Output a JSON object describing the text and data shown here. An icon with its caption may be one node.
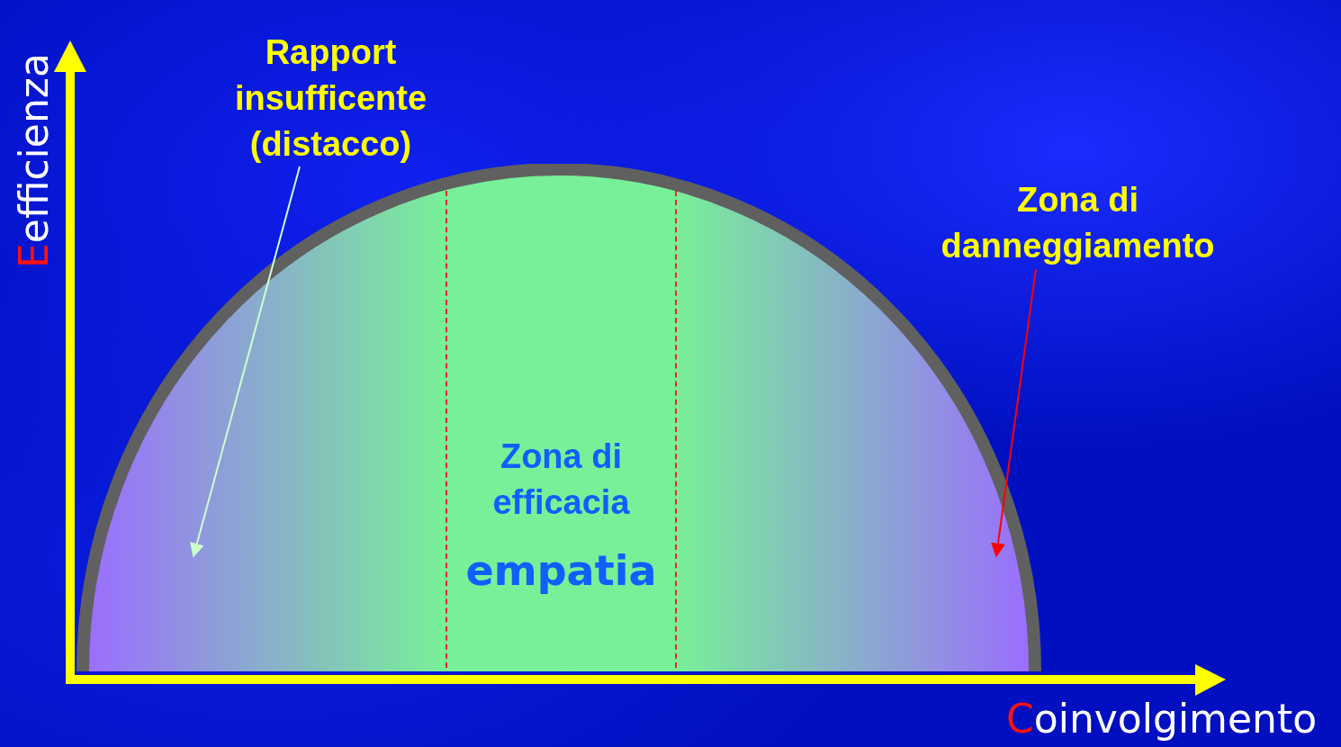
{
  "diagram": {
    "nodes": [
      {
        "text": [
          "Rapport insufficente (distacco)"
        ]
      },
      {
        "text": [
          "Zona di danneggiamento"
        ]
      },
      {
        "text": [],
        "shape": "semicircle"
      },
      {
        "text": [
          "Zona di efficacia",
          "empatia"
        ],
        "in": 2
      }
    ],
    "edges": [
      {
        "from": 0,
        "to": 2,
        "arrow": "to",
        "color": "#ccffcc"
      },
      {
        "from": 1,
        "to": 2,
        "arrow": "to",
        "color": "#ff0000"
      }
    ],
    "labels": [
      "Eefficienza",
      "Coinvolgimento"
    ]
  }
}
